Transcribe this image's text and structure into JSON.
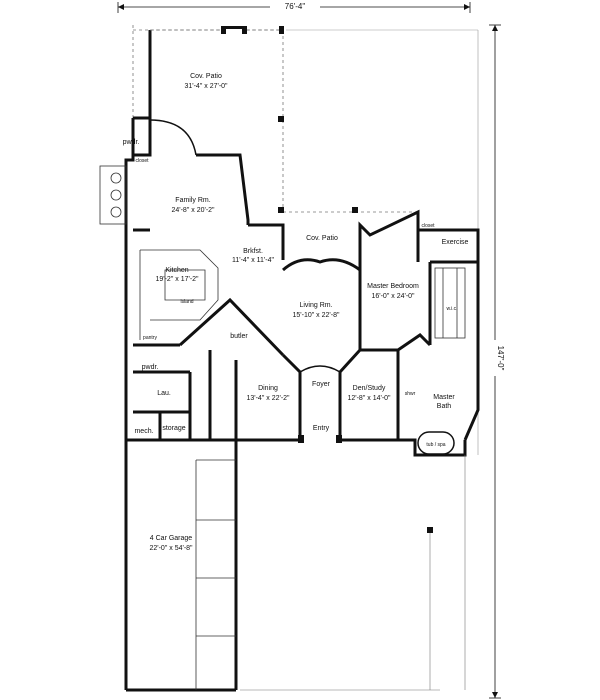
{
  "dimensions": {
    "overall_width": "76'-4\"",
    "overall_depth": "147'-0\""
  },
  "rooms": {
    "cov_patio_rear": {
      "name": "Cov. Patio",
      "size": "31'-4\" x 27'-0\""
    },
    "family": {
      "name": "Family Rm.",
      "size": "24'-8\" x 20'-2\""
    },
    "brkfst": {
      "name": "Brkfst.",
      "size": "11'-4\" x 11'-4\""
    },
    "cov_patio_side": {
      "name": "Cov. Patio"
    },
    "kitchen": {
      "name": "Kitchen",
      "size": "19'-2\" x 17'-2\""
    },
    "living": {
      "name": "Living Rm.",
      "size": "15'-10\" x 22'-8\""
    },
    "master": {
      "name": "Master Bedroom",
      "size": "16'-0\" x 24'-0\""
    },
    "dining": {
      "name": "Dining",
      "size": "13'-4\" x 22'-2\""
    },
    "foyer": {
      "name": "Foyer"
    },
    "den": {
      "name": "Den/Study",
      "size": "12'-8\" x 14'-0\""
    },
    "master_bath": {
      "name": "Master",
      "name2": "Bath"
    },
    "entry": {
      "name": "Entry"
    },
    "garage": {
      "name": "4 Car Garage",
      "size": "22'-0\" x 54'-8\""
    }
  },
  "small_labels": {
    "pwdr_top": "pwdr.",
    "closet_top": "closet",
    "closet_master": "closet",
    "exercise": "Exercise",
    "island": "island",
    "pantry": "pantry",
    "butler": "butler",
    "pwdr_mid": "pwdr.",
    "lau": "Lau.",
    "mech": "mech.",
    "storage": "storage",
    "wic": "w.i.c.",
    "shwr": "shwr",
    "tub_spa": "tub / spa"
  }
}
